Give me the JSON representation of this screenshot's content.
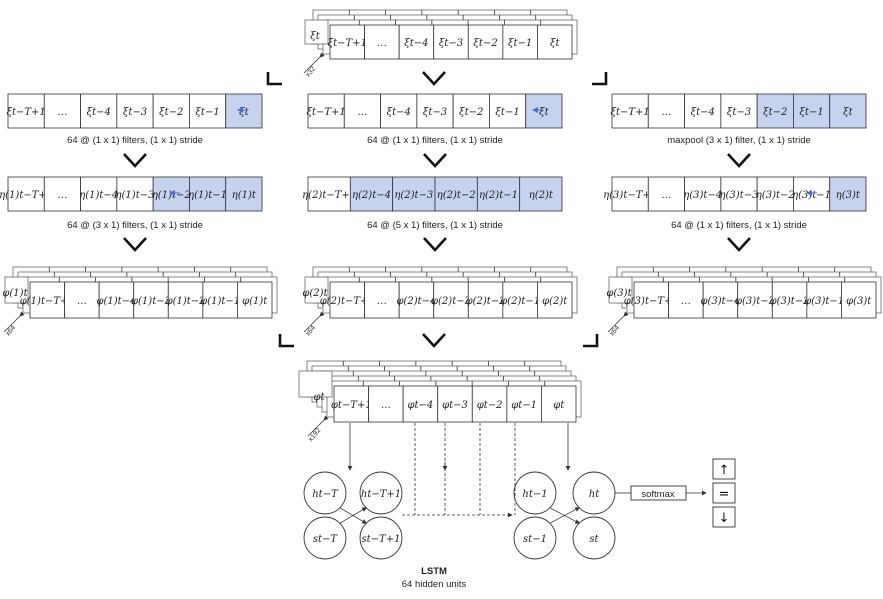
{
  "input": {
    "cells": [
      "ξt−T+1",
      "…",
      "ξt−4",
      "ξt−3",
      "ξt−2",
      "ξt−1",
      "ξt"
    ],
    "depth_label": "x32",
    "back_label": "ξt"
  },
  "branches": [
    {
      "conv1": {
        "cells": [
          "ξt−T+1",
          "…",
          "ξt−4",
          "ξt−3",
          "ξt−2",
          "ξt−1",
          "ξt"
        ],
        "highlight": [
          6
        ],
        "caption": "64 @ (1 x 1) filters, (1 x 1) stride"
      },
      "conv2": {
        "cells": [
          "η(1)t−T+1",
          "…",
          "η(1)t−4",
          "η(1)t−3",
          "η(1)t−2",
          "η(1)t−1",
          "η(1)t"
        ],
        "highlight": [
          4,
          5,
          6
        ],
        "caption": "64 @ (3 x 1) filters, (1 x 1) stride"
      },
      "out": {
        "cells": [
          "φ(1)t−T+1",
          "…",
          "φ(1)t−4",
          "φ(1)t−3",
          "φ(1)t−2",
          "φ(1)t−1",
          "φ(1)t"
        ],
        "depth_label": "x64",
        "back_label": "φ(1)t"
      }
    },
    {
      "conv1": {
        "cells": [
          "ξt−T+1",
          "…",
          "ξt−4",
          "ξt−3",
          "ξt−2",
          "ξt−1",
          "ξt"
        ],
        "highlight": [
          6
        ],
        "caption": "64 @ (1 x 1) filters, (1 x 1) stride"
      },
      "conv2": {
        "cells": [
          "η(2)t−T+1",
          "η(2)t−4",
          "η(2)t−3",
          "η(2)t−2",
          "η(2)t−1",
          "η(2)t"
        ],
        "highlight": [
          1,
          2,
          3,
          4,
          5
        ],
        "caption": "64 @ (5 x 1) filters, (1 x 1) stride"
      },
      "out": {
        "cells": [
          "φ(2)t−T+1",
          "…",
          "φ(2)t−4",
          "φ(2)t−3",
          "φ(2)t−2",
          "φ(2)t−1",
          "φ(2)t"
        ],
        "depth_label": "x64",
        "back_label": "φ(2)t"
      }
    },
    {
      "conv1": {
        "cells": [
          "ξt−T+1",
          "…",
          "ξt−4",
          "ξt−3",
          "ξt−2",
          "ξt−1",
          "ξt"
        ],
        "highlight": [
          4,
          5,
          6
        ],
        "caption": "maxpool (3 x 1) filter, (1 x 1) stride"
      },
      "conv2": {
        "cells": [
          "η(3)t−T+1",
          "…",
          "η(3)t−4",
          "η(3)t−3",
          "η(3)t−2",
          "η(3)t−1",
          "η(3)t"
        ],
        "highlight": [
          6
        ],
        "caption": "64 @ (1 x 1) filters, (1 x 1) stride"
      },
      "out": {
        "cells": [
          "φ(3)t−T+1",
          "…",
          "φ(3)t−4",
          "φ(3)t−3",
          "φ(3)t−2",
          "φ(3)t−1",
          "φ(3)t"
        ],
        "depth_label": "x64",
        "back_label": "φ(3)t"
      }
    }
  ],
  "concat": {
    "cells": [
      "φt−T+1",
      "…",
      "φt−4",
      "φt−3",
      "φt−2",
      "φt−1",
      "φt"
    ],
    "depth_label": "x192",
    "back_label": "φt"
  },
  "lstm": {
    "hidden": [
      "ht−T",
      "ht−T+1",
      "ht−1",
      "ht"
    ],
    "state": [
      "st−T",
      "st−T+1",
      "st−1",
      "st"
    ],
    "softmax_label": "softmax",
    "title": "LSTM",
    "subtitle": "64 hidden units"
  },
  "outputs": [
    "↑",
    "=",
    "↓"
  ]
}
